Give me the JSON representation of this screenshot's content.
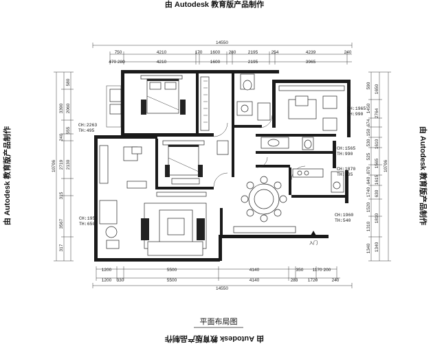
{
  "title": "平面布局图",
  "watermarks": {
    "top": "由 Autodesk 教育版产品制作",
    "bottom": "由 Autodesk 教育版产品制作",
    "left": "由 Autodesk 教育版产品制作",
    "right": "由 Autodesk 教育版产品制作"
  },
  "labels": {
    "entrance": "入门"
  },
  "dimensions": {
    "top_total": "14550",
    "top_row1": [
      "750",
      "4210",
      "170",
      "1600",
      "280",
      "2195",
      "254",
      "4239",
      "240"
    ],
    "top_row2": [
      "470 280",
      "4210",
      "1600",
      "2195",
      "3965"
    ],
    "bottom_row1": [
      "1200",
      "5500",
      "4140",
      "350",
      "1170 200"
    ],
    "bottom_row2": [
      "1200",
      "330",
      "5500",
      "4140",
      "283",
      "1720",
      "240"
    ],
    "bottom_total": "14550",
    "left_total": "10706",
    "left_outer": [
      "3390",
      "240",
      "2719",
      "315",
      "3567",
      "317"
    ],
    "left_inner": [
      "580",
      "2060",
      "555",
      "2130"
    ],
    "right_total": "10706",
    "right_outer": [
      "1650",
      "2764",
      "1610",
      "1565",
      "1615",
      "630",
      "1810",
      "1340"
    ],
    "right_inner": [
      "590",
      "1450",
      "674",
      "150",
      "530",
      "525",
      "870",
      "640",
      "1740",
      "1520",
      "1310",
      "1340"
    ]
  },
  "annotations": [
    {
      "ch": "CH:2263",
      "th": "TH:495"
    },
    {
      "ch": "CH:1965",
      "th": "TH:990"
    },
    {
      "ch": "CH:1565",
      "th": "TH:990"
    },
    {
      "ch": "CH:1870",
      "th": "TH:935"
    },
    {
      "ch": "CH:1955",
      "th": "TH:650"
    },
    {
      "ch": "CH:1960",
      "th": "TH:540"
    }
  ]
}
